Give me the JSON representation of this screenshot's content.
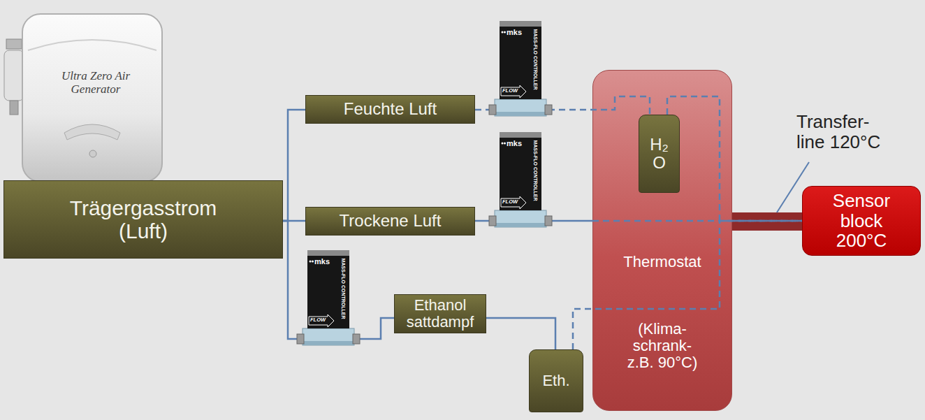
{
  "diagram": {
    "nodes": [
      {
        "text": [
          "Trägergasstrom (Luft)"
        ]
      },
      {
        "text": [
          "Feuchte Luft"
        ]
      },
      {
        "text": [
          "Trockene Luft"
        ]
      },
      {
        "text": [
          "Ethanol sattdampf"
        ]
      },
      {
        "text": [
          "Eth."
        ]
      },
      {
        "text": [
          "Thermostat",
          "(Klima- schrank- z.B. 90°C)"
        ]
      },
      {
        "text": [
          "H₂ O"
        ],
        "in": 5
      },
      {
        "text": [
          "Sensor block 200°C"
        ]
      }
    ],
    "edges": [
      {
        "from": 0,
        "to": 1,
        "arrow": "none"
      },
      {
        "from": 0,
        "to": 2,
        "arrow": "none"
      },
      {
        "from": 0,
        "to": 3,
        "arrow": "none"
      },
      {
        "from": 1,
        "to": 6,
        "arrow": "none"
      },
      {
        "from": 6,
        "to": 7,
        "arrow": "none"
      },
      {
        "from": 2,
        "to": 7,
        "arrow": "none"
      },
      {
        "from": 3,
        "to": 4,
        "arrow": "none"
      },
      {
        "from": 4,
        "to": 7,
        "arrow": "none"
      }
    ],
    "labels": [
      "Ultra Zero Air Generator",
      "mks",
      "MASS-FLO CONTROLLER",
      "FLOW",
      "mks",
      "MASS-FLO CONTROLLER",
      "FLOW",
      "mks",
      "MASS-FLO CONTROLLER",
      "FLOW",
      "Transfer- line 120°C"
    ]
  }
}
